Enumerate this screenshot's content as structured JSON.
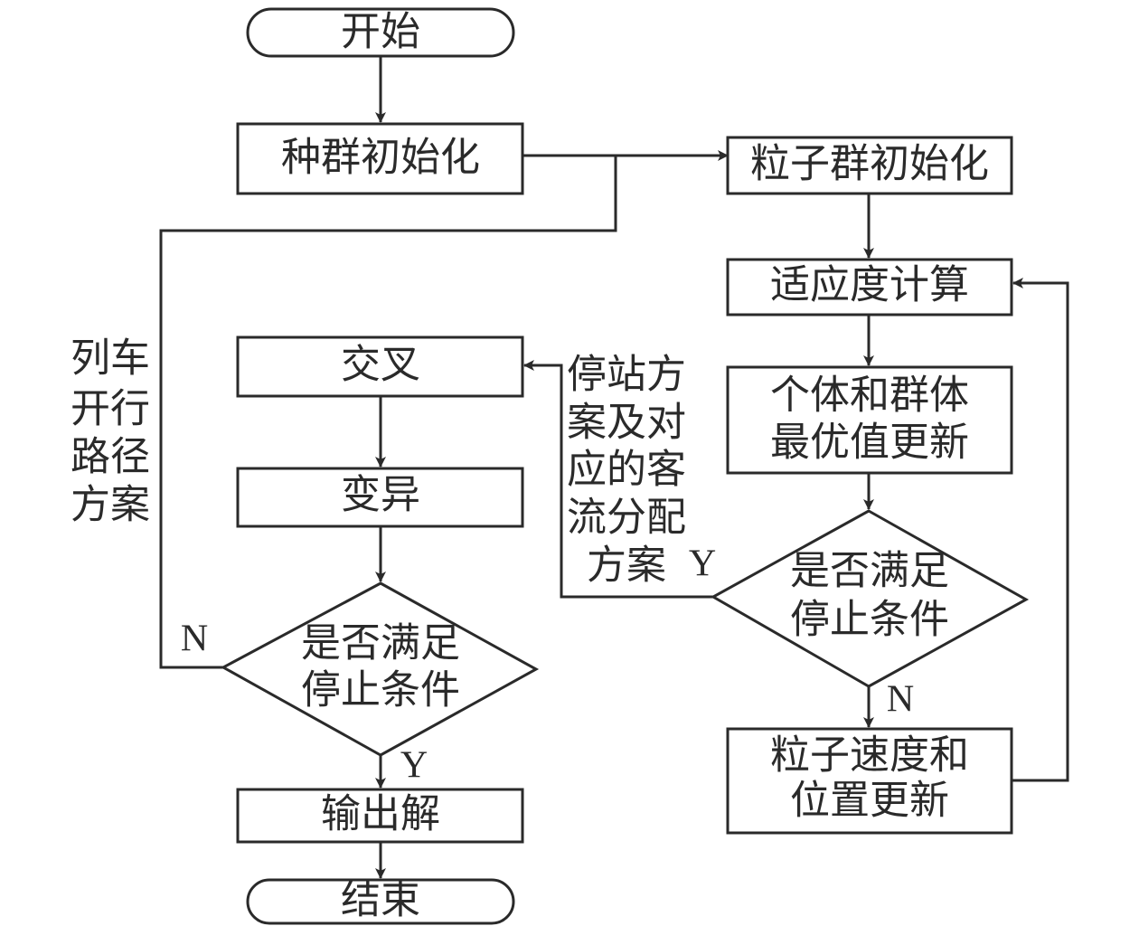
{
  "nodes": {
    "start": "开始",
    "pop_init": "种群初始化",
    "pso_init": "粒子群初始化",
    "fitness": "适应度计算",
    "best_update_1": "个体和群体",
    "best_update_2": "最优值更新",
    "stop_right_1": "是否满足",
    "stop_right_2": "停止条件",
    "vel_update_1": "粒子速度和",
    "vel_update_2": "位置更新",
    "crossover": "交叉",
    "mutation": "变异",
    "stop_left_1": "是否满足",
    "stop_left_2": "停止条件",
    "output": "输出解",
    "end": "结束"
  },
  "annotations": {
    "route_plan": [
      "列车",
      "开行",
      "路径",
      "方案"
    ],
    "stop_plan": [
      "停站方",
      "案及对",
      "应的客",
      "流分配",
      "方案"
    ]
  },
  "edge_labels": {
    "left_no": "N",
    "left_yes": "Y",
    "right_yes": "Y",
    "right_no": "N"
  }
}
